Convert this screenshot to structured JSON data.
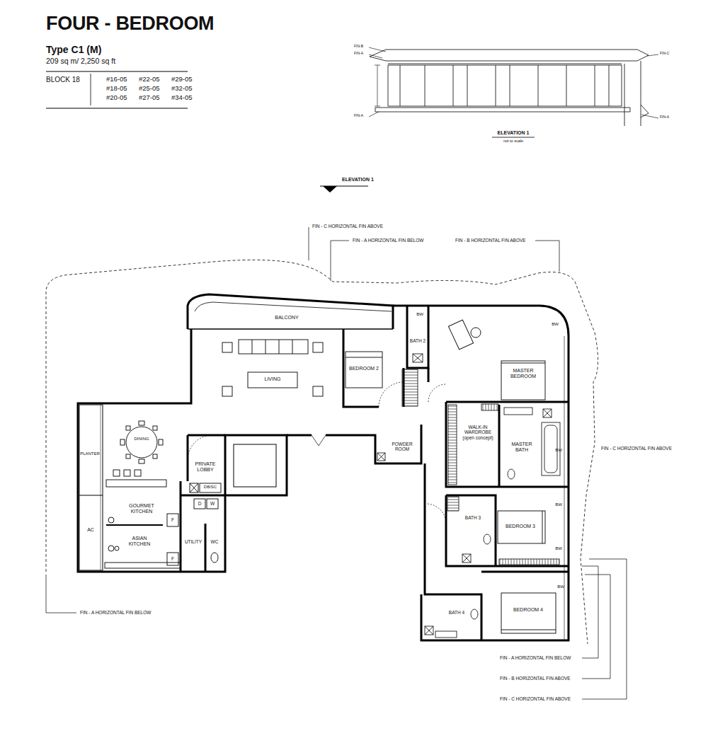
{
  "diagram": {
    "title": "FOUR - BEDROOM",
    "labels": [
      "Type C1 (M)",
      "209 sq m/ 2,250 sq ft",
      "BLOCK 18",
      "#16-05",
      "#22-05",
      "#29-05",
      "#18-05",
      "#25-05",
      "#32-05",
      "#20-05",
      "#27-05",
      "#34-05",
      "ELEVATION 1",
      "not to scale",
      "ELEVATION 1",
      "FIN - C HORIZONTAL FIN ABOVE",
      "FIN - A HORIZONTAL FIN BELOW",
      "FIN - B HORIZONTAL FIN ABOVE",
      "BALCONY",
      "LIVING",
      "BEDROOM 2",
      "BATH 2",
      "BW",
      "BW",
      "MASTER BEDROOM",
      "PLANTER",
      "DINING",
      "PRIVATE LOBBY",
      "DB/SC",
      "D",
      "W",
      "POWDER ROOM",
      "WALK-IN WARDROBE (open concept)",
      "MASTER BATH",
      "BW",
      "FIN - C HORIZONTAL FIN ABOVE",
      "GOURMET KITCHEN",
      "F",
      "ASIAN KITCHEN",
      "F",
      "UTILITY",
      "WC",
      "AC",
      "BW",
      "BATH 3",
      "BEDROOM 3",
      "BW",
      "BATH 4",
      "BEDROOM 4",
      "BW",
      "FIN - A HORIZONTAL FIN BELOW",
      "FIN - A HORIZONTAL FIN BELOW",
      "FIN - B HORIZONTAL FIN ABOVE",
      "FIN - C HORIZONTAL FIN ABOVE",
      "FIN-B",
      "FIN-A",
      "FIN-A",
      "FIN-C",
      "FIN-A"
    ]
  }
}
